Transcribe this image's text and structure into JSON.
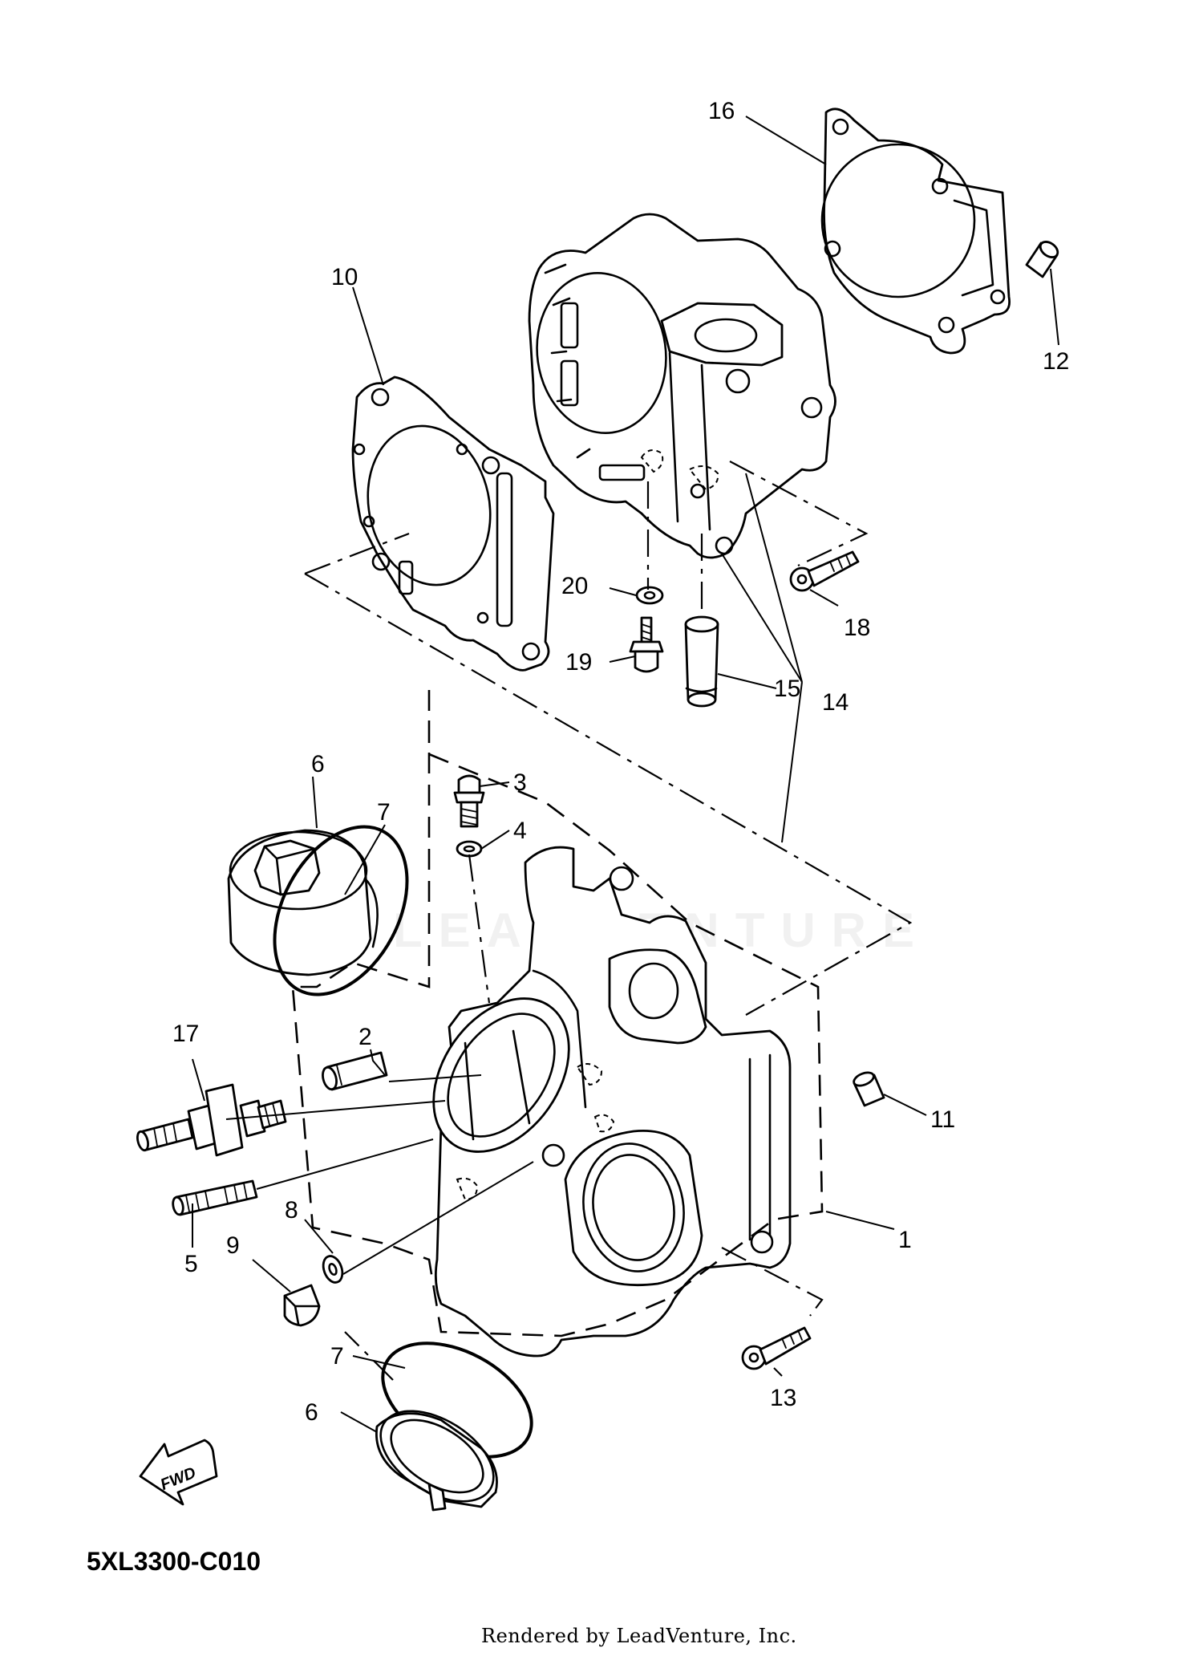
{
  "diagram": {
    "code": "5XL3300-C010",
    "footer": "Rendered by LeadVenture, Inc.",
    "watermark": "LEADVENTURE",
    "fwd_label": "FWD"
  },
  "callouts": [
    {
      "id": "1",
      "label": "1"
    },
    {
      "id": "2",
      "label": "2"
    },
    {
      "id": "3",
      "label": "3"
    },
    {
      "id": "4",
      "label": "4"
    },
    {
      "id": "5",
      "label": "5"
    },
    {
      "id": "6a",
      "label": "6"
    },
    {
      "id": "6b",
      "label": "6"
    },
    {
      "id": "7a",
      "label": "7"
    },
    {
      "id": "7b",
      "label": "7"
    },
    {
      "id": "8",
      "label": "8"
    },
    {
      "id": "9",
      "label": "9"
    },
    {
      "id": "10",
      "label": "10"
    },
    {
      "id": "11",
      "label": "11"
    },
    {
      "id": "12",
      "label": "12"
    },
    {
      "id": "13",
      "label": "13"
    },
    {
      "id": "14",
      "label": "14"
    },
    {
      "id": "15",
      "label": "15"
    },
    {
      "id": "16",
      "label": "16"
    },
    {
      "id": "17",
      "label": "17"
    },
    {
      "id": "18",
      "label": "18"
    },
    {
      "id": "19",
      "label": "19"
    },
    {
      "id": "20",
      "label": "20"
    }
  ]
}
